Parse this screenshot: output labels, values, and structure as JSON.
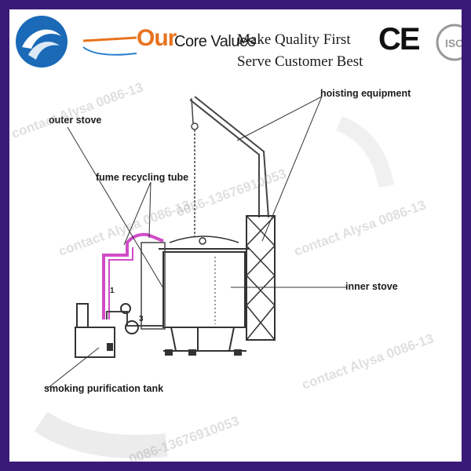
{
  "header": {
    "brand_word": "Our",
    "brand_rest": "Core Values",
    "slogan_line1": "Make Quality First",
    "slogan_line2": "Serve Customer Best",
    "cert_ce": "CE",
    "cert_iso": "ISO"
  },
  "labels": {
    "outer_stove": "outer stove",
    "hoisting_equipment": "hoisting equipment",
    "fume_recycling_tube": "fume recycling tube",
    "inner_stove": "inner stove",
    "smoking_purification_tank": "smoking purification tank",
    "num1": "1",
    "num3": "3"
  },
  "watermarks": {
    "contact": "contact Alysa 0086-13",
    "phone": "0086-13676910053"
  },
  "colors": {
    "frame": "#3a1a78",
    "brand_orange": "#e8731e",
    "logo_blue": "#1a6ab8",
    "pipe_pink": "#d04cc8",
    "line": "#333333"
  }
}
